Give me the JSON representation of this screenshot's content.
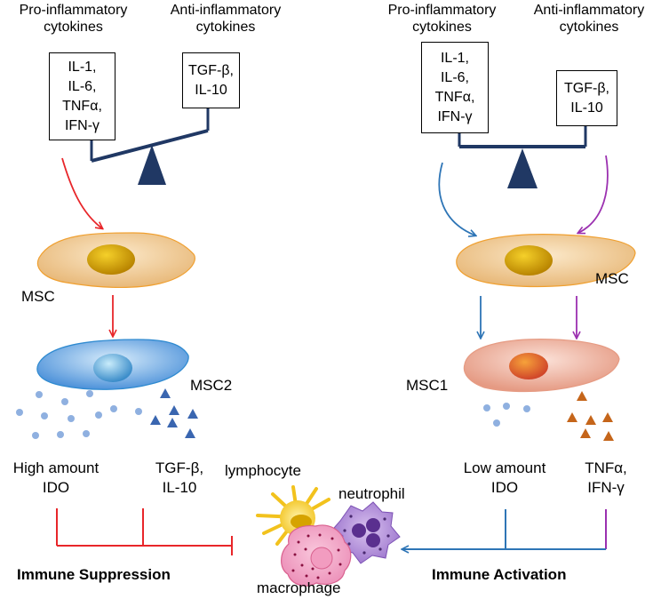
{
  "left_panel": {
    "pro_header_line1": "Pro-inflammatory",
    "pro_header_line2": "cytokines",
    "anti_header_line1": "Anti-inflammatory",
    "anti_header_line2": "cytokines",
    "pro_box": [
      "IL-1,",
      "IL-6,",
      "TNFα,",
      "IFN-γ"
    ],
    "anti_box": [
      "TGF-β,",
      "IL-10"
    ],
    "msc_label": "MSC",
    "msc2_label": "MSC2",
    "output_left_line1": "High amount",
    "output_left_line2": "IDO",
    "output_right_line1": "TGF-β,",
    "output_right_line2": "IL-10",
    "outcome": "Immune Suppression"
  },
  "right_panel": {
    "pro_header_line1": "Pro-inflammatory",
    "pro_header_line2": "cytokines",
    "anti_header_line1": "Anti-inflammatory",
    "anti_header_line2": "cytokines",
    "pro_box": [
      "IL-1,",
      "IL-6,",
      "TNFα,",
      "IFN-γ"
    ],
    "anti_box": [
      "TGF-β,",
      "IL-10"
    ],
    "msc_label": "MSC",
    "msc1_label": "MSC1",
    "output_left_line1": "Low amount",
    "output_left_line2": "IDO",
    "output_right_line1": "TNFα,",
    "output_right_line2": "IFN-γ",
    "outcome": "Immune Activation"
  },
  "immune_cells": {
    "lymphocyte": "lymphocyte",
    "neutrophil": "neutrophil",
    "macrophage": "macrophage"
  },
  "colors": {
    "red_arrow": "#e8262a",
    "blue_arrow": "#2e75b6",
    "purple_arrow": "#9b30b0",
    "balance": "#203864",
    "msc_cell": "#f5d7a8",
    "msc_nucleus": "#d6a300",
    "msc2_cell": "#5ea3e6",
    "msc1_cell": "#f2a58e",
    "dot_blue": "#8fb0e0",
    "triangle_blue": "#3a66b0",
    "triangle_orange": "#c5651a"
  }
}
